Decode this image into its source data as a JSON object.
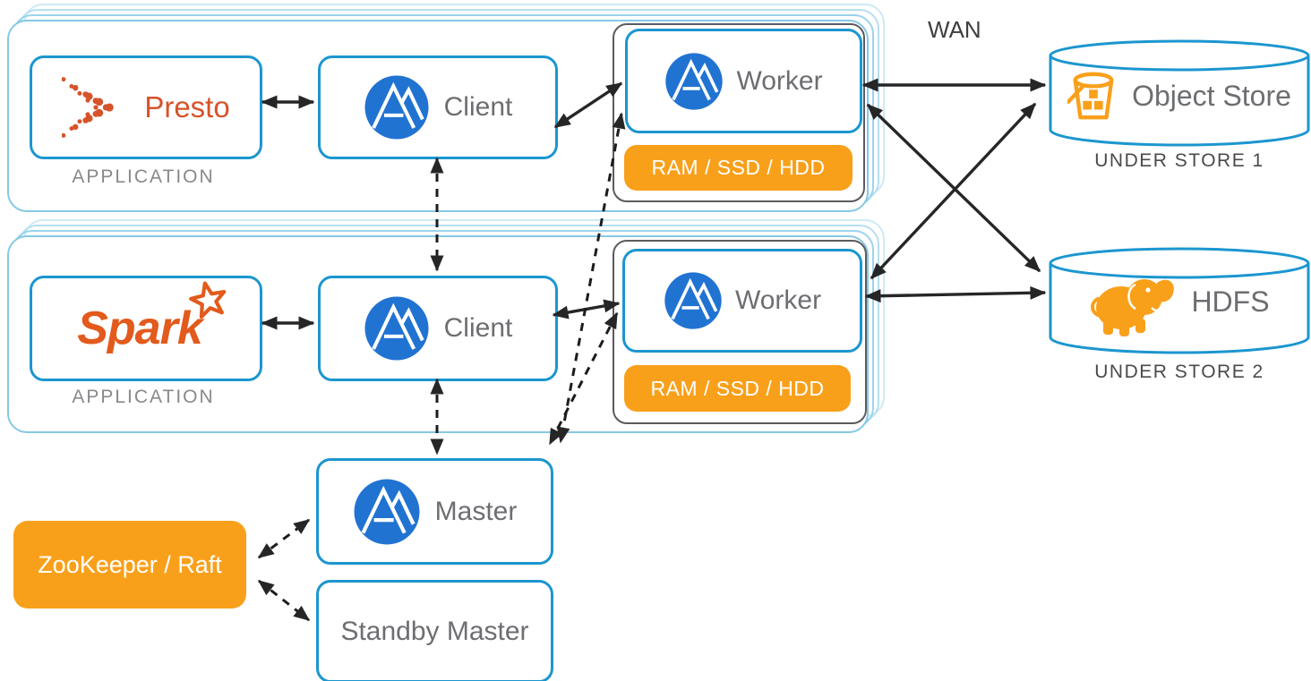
{
  "wan_label": "WAN",
  "groups": {
    "app1": {
      "caption": "APPLICATION"
    },
    "app2": {
      "caption": "APPLICATION"
    }
  },
  "nodes": {
    "presto": {
      "label": "Presto"
    },
    "spark": {
      "label": "Spark"
    },
    "client1": {
      "label": "Client"
    },
    "client2": {
      "label": "Client"
    },
    "worker1": {
      "label": "Worker",
      "storage": "RAM / SSD / HDD"
    },
    "worker2": {
      "label": "Worker",
      "storage": "RAM / SSD / HDD"
    },
    "object_store": {
      "label": "Object Store",
      "caption": "UNDER STORE 1"
    },
    "hdfs": {
      "label": "HDFS",
      "caption": "UNDER STORE 2"
    },
    "master": {
      "label": "Master"
    },
    "standby_master": {
      "label": "Standby Master"
    },
    "zookeeper": {
      "label": "ZooKeeper / Raft"
    }
  },
  "icons": {
    "alluxio": "alluxio-logo-icon: blue circle with white mountain A",
    "presto": "presto-logo-icon: chevron of orange dots",
    "spark": "spark-logo-icon: orange wordmark with outline star",
    "object_store": "bucket-icon: orange bucket with blocks",
    "hdfs": "hadoop-elephant-icon: orange elephant",
    "under_store": "database-cylinder"
  },
  "colors": {
    "box_border_blue": "#1b96cf",
    "group_border_blue": "#85c8e4",
    "stack_blue_shades": [
      "#9bd3eb",
      "#b5dff0",
      "#cdeaf6"
    ],
    "gray_border": "#5a5b5e",
    "orange": "#f9a01b",
    "alluxio_blue": "#2173d2",
    "presto_orange": "#d6532a",
    "spark_orange": "#e25a1c",
    "label_gray": "#6d6e71",
    "arrow_black": "#262626"
  },
  "edges": [
    {
      "from": "presto",
      "to": "client1",
      "style": "solid-double"
    },
    {
      "from": "spark",
      "to": "client2",
      "style": "solid-double"
    },
    {
      "from": "client1",
      "to": "worker1",
      "style": "solid-double"
    },
    {
      "from": "client2",
      "to": "worker2",
      "style": "solid-double"
    },
    {
      "from": "worker1",
      "to": "object_store",
      "style": "solid-double"
    },
    {
      "from": "worker1",
      "to": "hdfs",
      "style": "solid-double"
    },
    {
      "from": "worker2",
      "to": "object_store",
      "style": "solid-double"
    },
    {
      "from": "worker2",
      "to": "hdfs",
      "style": "solid-double"
    },
    {
      "from": "client1",
      "to": "client2",
      "style": "dashed-double"
    },
    {
      "from": "client2",
      "to": "master",
      "style": "dashed-double"
    },
    {
      "from": "master",
      "to": "worker1",
      "style": "dashed-double"
    },
    {
      "from": "master",
      "to": "worker2",
      "style": "dashed-double"
    },
    {
      "from": "zookeeper",
      "to": "master",
      "style": "dashed-double"
    },
    {
      "from": "zookeeper",
      "to": "standby_master",
      "style": "dashed-double"
    }
  ]
}
